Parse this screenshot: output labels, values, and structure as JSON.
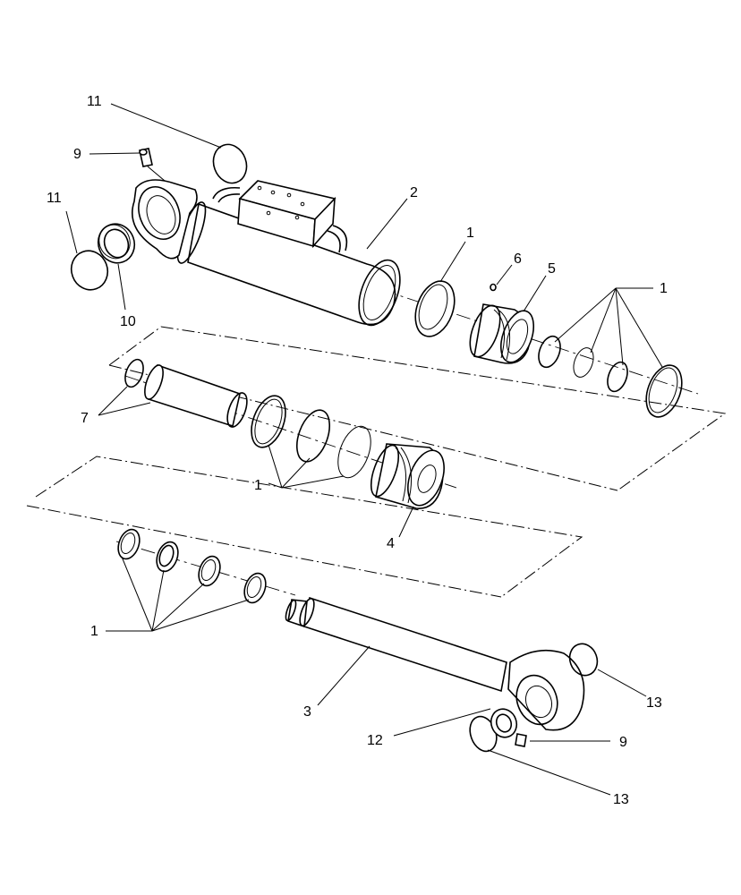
{
  "diagram": {
    "callouts": [
      {
        "id": "c11a",
        "text": "11"
      },
      {
        "id": "c9a",
        "text": "9"
      },
      {
        "id": "c11b",
        "text": "11"
      },
      {
        "id": "c10",
        "text": "10"
      },
      {
        "id": "c2",
        "text": "2"
      },
      {
        "id": "c1a",
        "text": "1"
      },
      {
        "id": "c6",
        "text": "6"
      },
      {
        "id": "c5",
        "text": "5"
      },
      {
        "id": "c1b",
        "text": "1"
      },
      {
        "id": "c7",
        "text": "7"
      },
      {
        "id": "c1c",
        "text": "1"
      },
      {
        "id": "c4",
        "text": "4"
      },
      {
        "id": "c1d",
        "text": "1"
      },
      {
        "id": "c3",
        "text": "3"
      },
      {
        "id": "c13a",
        "text": "13"
      },
      {
        "id": "c12",
        "text": "12"
      },
      {
        "id": "c9b",
        "text": "9"
      },
      {
        "id": "c13b",
        "text": "13"
      }
    ]
  }
}
